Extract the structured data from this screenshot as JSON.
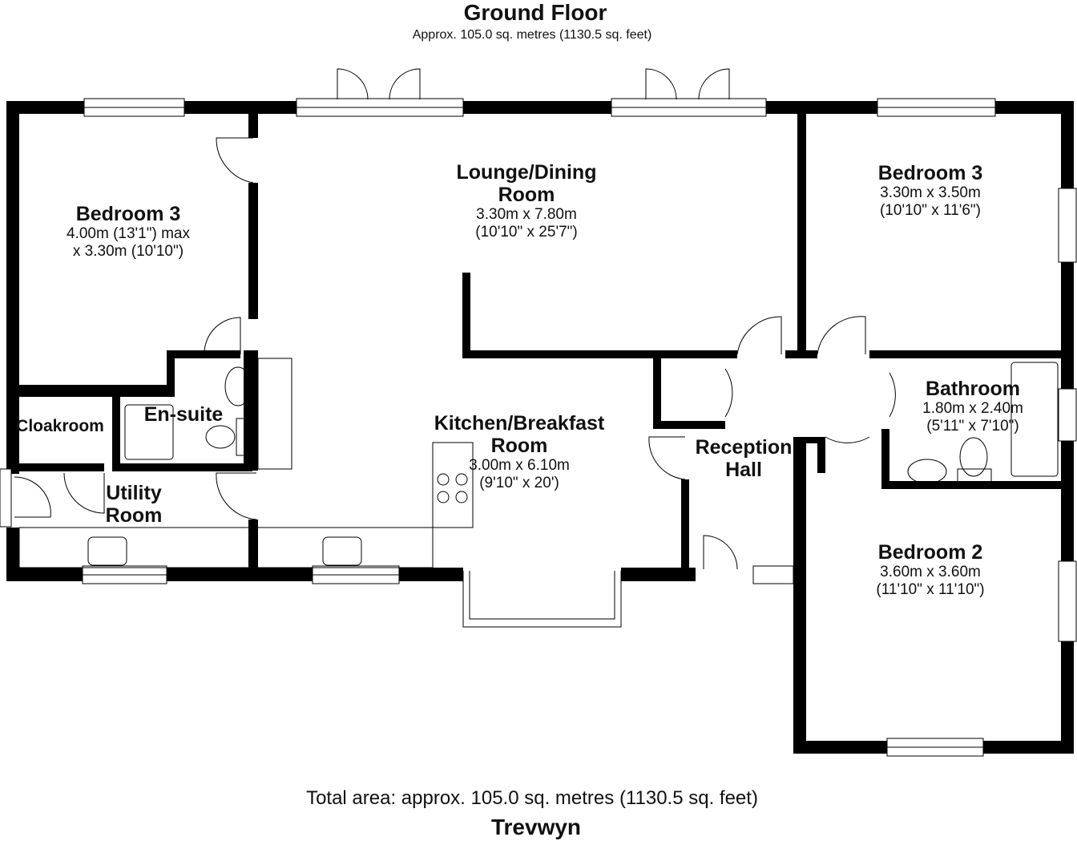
{
  "header": {
    "title": "Ground Floor",
    "subtitle": "Approx. 105.0 sq. metres (1130.5 sq. feet)"
  },
  "rooms": {
    "bedroom_left": {
      "name": "Bedroom 3",
      "dim1": "4.00m (13'1\") max",
      "dim2": "x 3.30m (10'10\")"
    },
    "lounge": {
      "name1": "Lounge/Dining",
      "name2": "Room",
      "dim1": "3.30m x 7.80m",
      "dim2": "(10'10\" x 25'7\")"
    },
    "bedroom_right": {
      "name": "Bedroom 3",
      "dim1": "3.30m x 3.50m",
      "dim2": "(10'10\" x 11'6\")"
    },
    "cloakroom": {
      "name": "Cloakroom"
    },
    "ensuite": {
      "name": "En-suite"
    },
    "utility": {
      "name1": "Utility",
      "name2": "Room"
    },
    "kitchen": {
      "name1": "Kitchen/Breakfast",
      "name2": "Room",
      "dim1": "3.00m x 6.10m",
      "dim2": "(9'10\" x 20')"
    },
    "reception": {
      "name1": "Reception",
      "name2": "Hall"
    },
    "bathroom": {
      "name": "Bathroom",
      "dim1": "1.80m x 2.40m",
      "dim2": "(5'11\" x 7'10\")"
    },
    "bedroom2": {
      "name": "Bedroom 2",
      "dim1": "3.60m x 3.60m",
      "dim2": "(11'10\" x 11'10\")"
    }
  },
  "footer": {
    "total_area": "Total area: approx. 105.0 sq. metres (1130.5 sq. feet)",
    "property_name": "Trevwyn"
  }
}
